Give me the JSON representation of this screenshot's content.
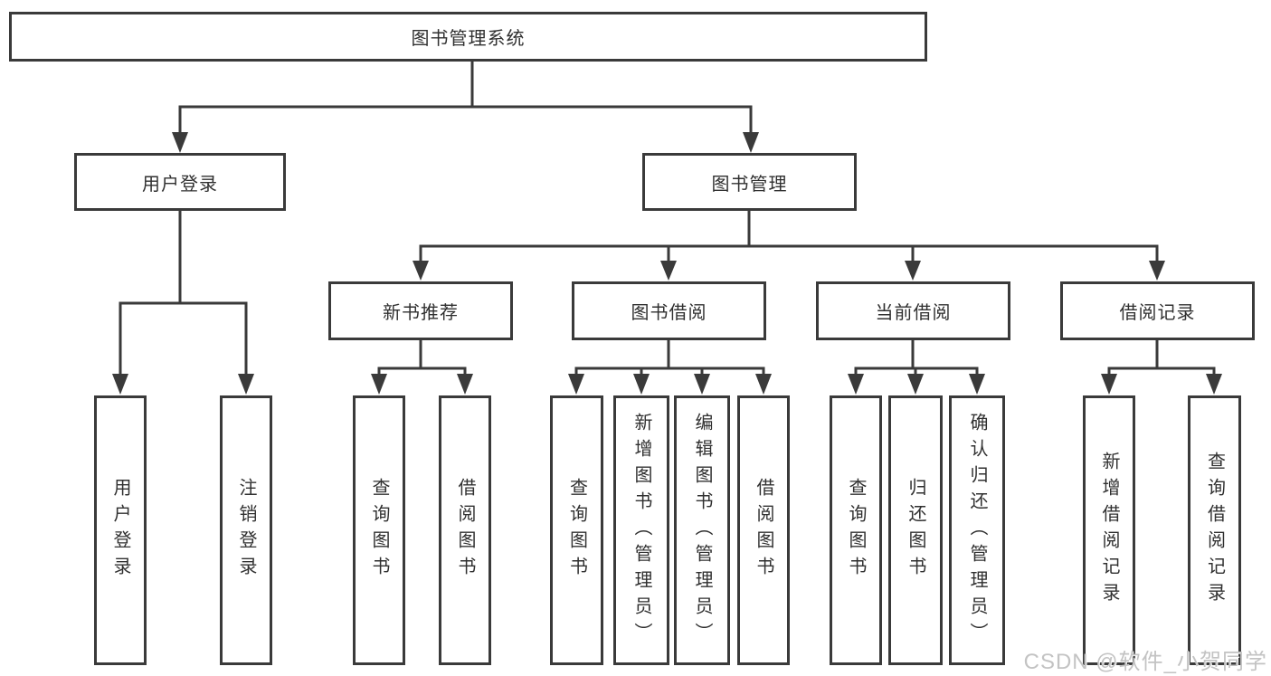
{
  "diagram_title": "图书管理系统",
  "watermark": "CSDN @软件_小贺同学",
  "colors": {
    "line": "#3a3a3a",
    "text": "#303030",
    "background": "#ffffff",
    "watermark": "#c3c3c3"
  },
  "nodes": {
    "root": {
      "label": "图书管理系统"
    },
    "level2": [
      {
        "label": "用户登录"
      },
      {
        "label": "图书管理"
      }
    ],
    "level3": [
      {
        "label": "新书推荐",
        "parent": "图书管理"
      },
      {
        "label": "图书借阅",
        "parent": "图书管理"
      },
      {
        "label": "当前借阅",
        "parent": "图书管理"
      },
      {
        "label": "借阅记录",
        "parent": "图书管理"
      }
    ],
    "leaves": [
      {
        "label": "用户登录",
        "parent": "用户登录"
      },
      {
        "label": "注销登录",
        "parent": "用户登录"
      },
      {
        "label": "查询图书",
        "parent": "新书推荐"
      },
      {
        "label": "借阅图书",
        "parent": "新书推荐"
      },
      {
        "label": "查询图书",
        "parent": "图书借阅"
      },
      {
        "label": "新增图书（管理员）",
        "parent": "图书借阅"
      },
      {
        "label": "编辑图书（管理员）",
        "parent": "图书借阅"
      },
      {
        "label": "借阅图书",
        "parent": "图书借阅"
      },
      {
        "label": "查询图书",
        "parent": "当前借阅"
      },
      {
        "label": "归还图书",
        "parent": "当前借阅"
      },
      {
        "label": "确认归还（管理员）",
        "parent": "当前借阅"
      },
      {
        "label": "新增借阅记录",
        "parent": "借阅记录"
      },
      {
        "label": "查询借阅记录",
        "parent": "借阅记录"
      }
    ]
  }
}
